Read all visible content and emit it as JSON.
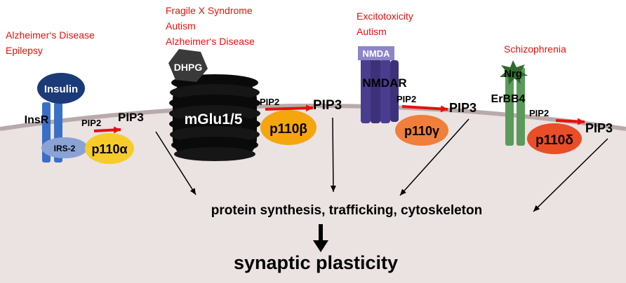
{
  "diseases": {
    "insulin": [
      "Alzheimer‘s Disease",
      "Epilepsy"
    ],
    "mglu": [
      "Fragile X Syndrome",
      "Autism",
      "Alzheimer‘s Disease"
    ],
    "nmda": [
      "Excitotoxicity",
      "Autism"
    ],
    "erbb4": [
      "Schizophrenia"
    ]
  },
  "receptors": {
    "insulin": "Insulin",
    "insr": "InsR",
    "irs2": "IRS-2",
    "dhpg": "DHPG",
    "mglu": "mGlu1/5",
    "nmda_ligand": "NMDA",
    "nmdar": "NMDAR",
    "nrg": "Nrg",
    "erbb4": "ErBB4"
  },
  "enzymes": [
    "p110α",
    "p110β",
    "p110γ",
    "p110δ"
  ],
  "lipids": {
    "pip2": "PIP2",
    "pip3": "PIP3"
  },
  "outcomes": {
    "processes": "protein synthesis, trafficking, cytoskeleton",
    "final": "synaptic plasticity"
  },
  "colors": {
    "disease_text": "#e8100b",
    "cytoplasm": "#ebe2e2",
    "membrane": "#b9aaaa",
    "conversion_arrow": "#e8100b",
    "insulin": "#1b3a78",
    "insr": "#3a6fc6",
    "irs2": "#8aa3d4",
    "p110a": "#f7cc2a",
    "p110b": "#f5a50e",
    "p110g": "#ef7f3a",
    "p110d": "#e94e27",
    "mglu": "#0a0a0a",
    "dhpg": "#3a3a3a",
    "nmdar": "#4a3d8f",
    "nmda_ligand": "#8c85c6",
    "erbb4": "#5b9a5b",
    "nrg": "#2e6b2e"
  }
}
